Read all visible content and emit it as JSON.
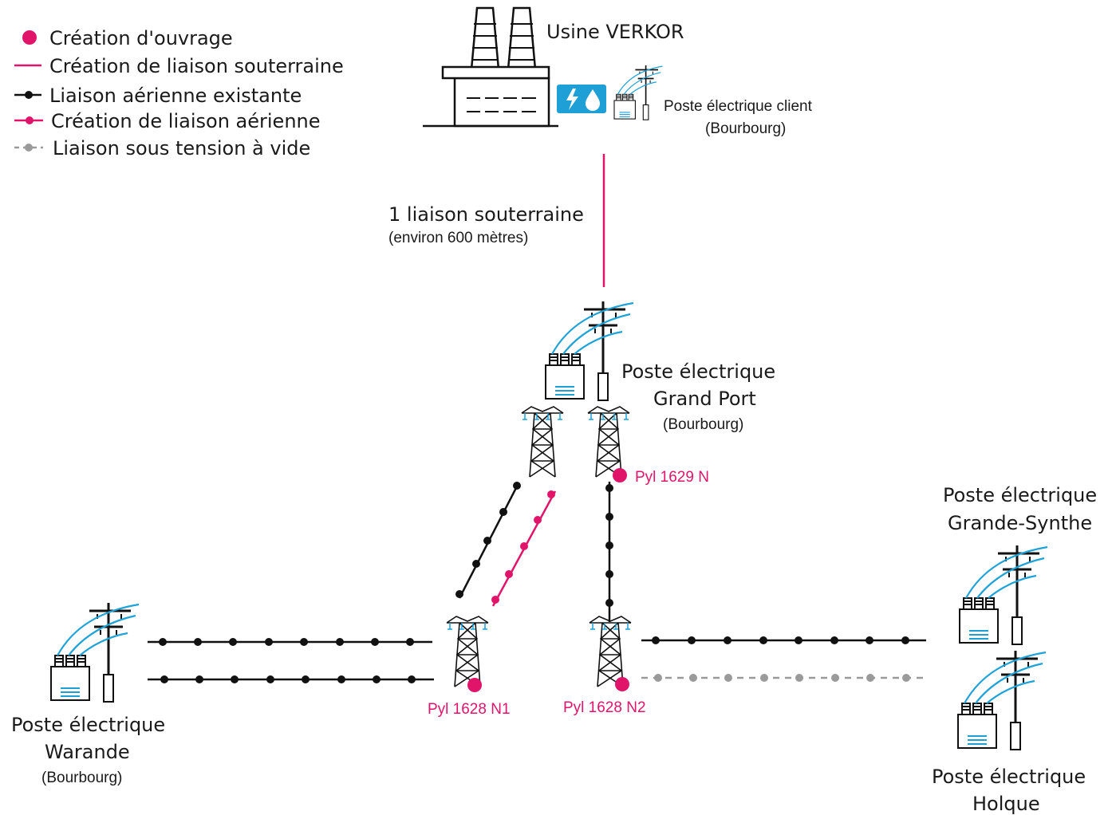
{
  "colors": {
    "creation": "#e0156a",
    "existing": "#111111",
    "idle": "#9a9a9a",
    "wire_blue": "#1ea2d8",
    "accent_blue": "#1e9fd6"
  },
  "legend": [
    {
      "key": "creation-ouvrage",
      "label": "Création d'ouvrage",
      "symbol": "dot",
      "color": "#e0156a"
    },
    {
      "key": "creation-souterraine",
      "label": "Création de liaison souterraine",
      "symbol": "line",
      "color": "#e0156a"
    },
    {
      "key": "aerienne-existante",
      "label": "Liaison aérienne existante",
      "symbol": "line-dot",
      "color": "#111111"
    },
    {
      "key": "creation-aerienne",
      "label": "Création de liaison aérienne",
      "symbol": "line-dot",
      "color": "#e0156a"
    },
    {
      "key": "sous-tension-vide",
      "label": "Liaison sous tension à vide",
      "symbol": "dashed-dot",
      "color": "#9a9a9a"
    }
  ],
  "factory": {
    "name": "Usine VERKOR",
    "badge_icons": [
      "bolt-icon",
      "water-drop-icon"
    ]
  },
  "client_substation": {
    "line1": "Poste électrique client",
    "line2": "(Bourbourg)"
  },
  "underground": {
    "line1": "1 liaison souterraine",
    "line2": "(environ 600 mètres)"
  },
  "grand_port": {
    "line1": "Poste électrique",
    "line2": "Grand Port",
    "line3": "(Bourbourg)"
  },
  "warande": {
    "line1": "Poste électrique",
    "line2": "Warande",
    "line3": "(Bourbourg)"
  },
  "grande_synthe": {
    "line1": "Poste électrique",
    "line2": "Grande-Synthe"
  },
  "holque": {
    "line1": "Poste électrique",
    "line2": "Holque"
  },
  "pylons": {
    "p1629": "Pyl 1629 N",
    "p1628n1": "Pyl 1628 N1",
    "p1628n2": "Pyl 1628 N2"
  }
}
